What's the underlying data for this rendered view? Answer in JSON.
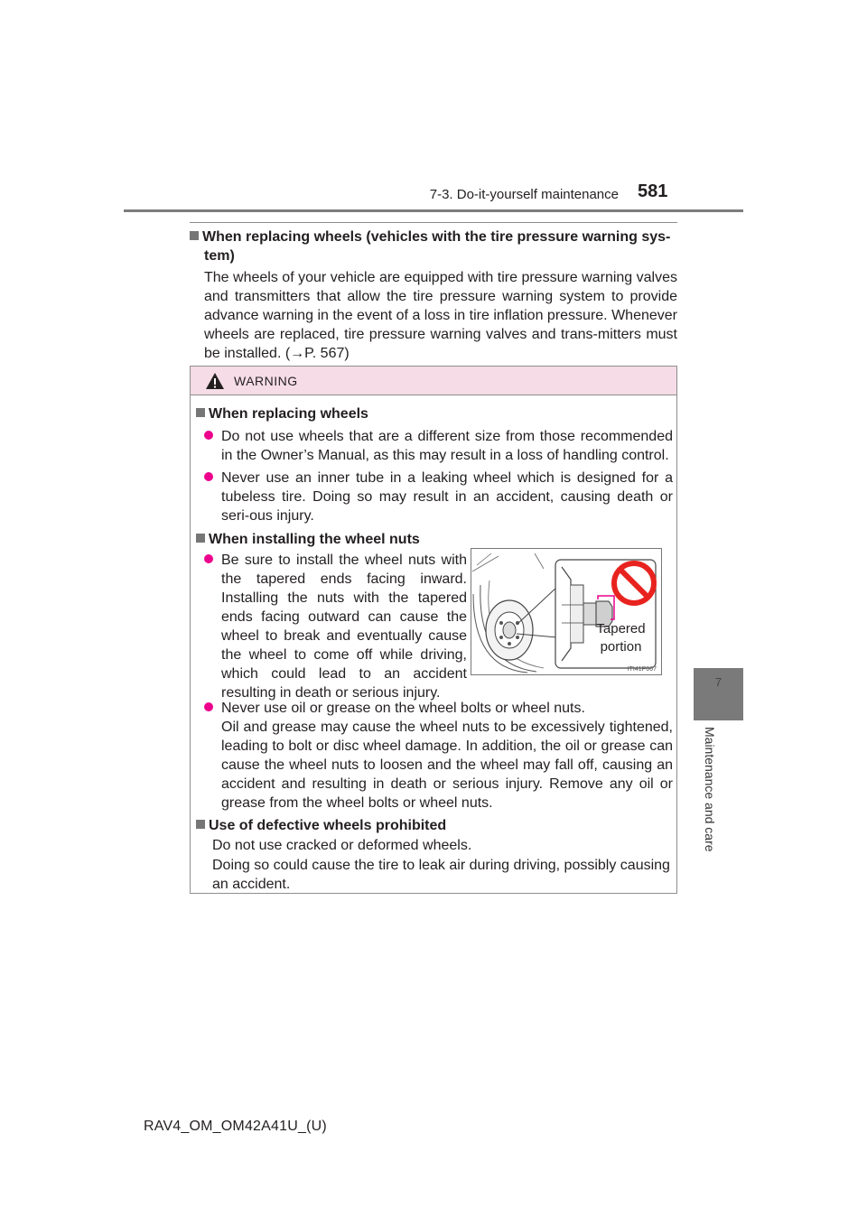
{
  "header": {
    "section": "7-3. Do-it-yourself maintenance",
    "page_number": "581"
  },
  "side_tab": {
    "number": "7",
    "label": "Maintenance and care"
  },
  "section": {
    "heading": "When replacing wheels (vehicles with the tire pressure warning sys-tem)",
    "body": "The wheels of your vehicle are equipped with tire pressure warning valves and transmitters that allow the tire pressure warning system to provide advance warning in the event of a loss in tire inflation pressure. Whenever wheels are replaced, tire pressure warning valves and trans-mitters must be installed. (→P. 567)"
  },
  "warning": {
    "title": "WARNING",
    "sub1": {
      "heading": "When replacing wheels",
      "bullets": [
        "Do not use wheels that are a different size from those recommended in the Owner’s Manual, as this may result in a loss of handling control.",
        "Never use an inner tube in a leaking wheel which is designed for a tubeless tire. Doing so may result in an accident, causing death or seri-ous injury."
      ]
    },
    "sub2": {
      "heading": "When installing the wheel nuts",
      "bullet_with_figure": "Be sure to install the wheel nuts with the tapered ends facing inward. Installing the nuts with the tapered ends facing outward can cause the wheel to break and eventually cause the wheel to come off while driving, which could lead to an accident resulting in death or serious injury.",
      "figure_label_line1": "Tapered",
      "figure_label_line2": "portion",
      "figure_code": "ITI41P007",
      "bullet_oil": "Never use oil or grease on the wheel bolts or wheel nuts.",
      "bullet_oil_detail": "Oil and grease may cause the wheel nuts to be excessively tightened, leading to bolt or disc wheel damage. In addition, the oil or grease can cause the wheel nuts to loosen and the wheel may fall off, causing an accident and resulting in death or serious injury. Remove any oil or grease from the wheel bolts or wheel nuts."
    },
    "sub3": {
      "heading": "Use of defective wheels prohibited",
      "line1": "Do not use cracked or deformed wheels.",
      "line2": "Doing so could cause the tire to leak air during driving, possibly causing an accident."
    }
  },
  "footer": "RAV4_OM_OM42A41U_(U)",
  "colors": {
    "bullet": "#ec008c",
    "warning_header_bg": "#f5dce6",
    "prohibition_red": "#e8231f",
    "rule_gray": "#7d7d7d"
  }
}
